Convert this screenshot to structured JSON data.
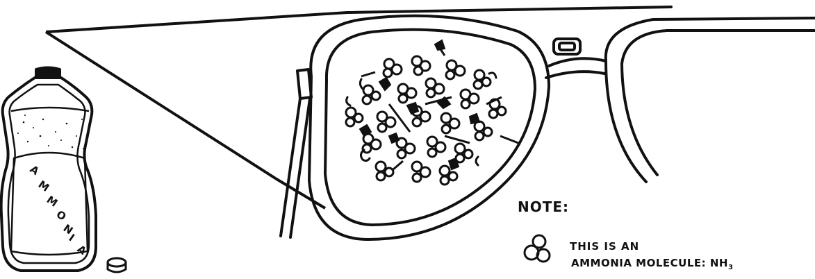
{
  "bottle": {
    "label": "AMMONIA",
    "label_letters": [
      "A",
      "M",
      "M",
      "O",
      "N",
      "I",
      "A"
    ]
  },
  "note": {
    "title": "NOTE:",
    "line1": "THIS IS AN",
    "line2_prefix": "AMMONIA MOLECULE: NH",
    "line2_subscript": "3"
  },
  "colors": {
    "ink": "#111111",
    "paper": "#ffffff"
  }
}
